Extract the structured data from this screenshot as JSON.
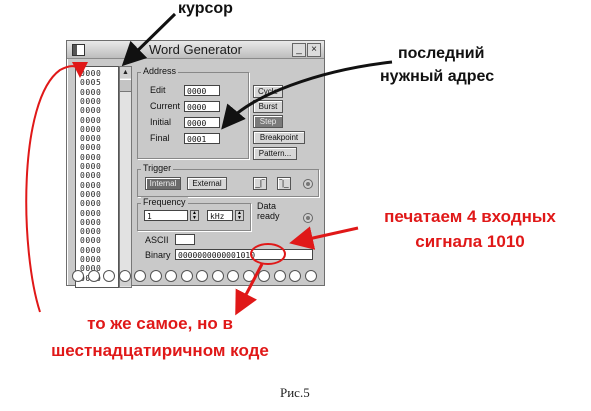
{
  "window": {
    "title": "Word Generator",
    "list_rows": [
      "0000",
      "0005",
      "0000",
      "0000",
      "0000",
      "0000",
      "0000",
      "0000",
      "0000",
      "0000",
      "0000",
      "0000",
      "0000",
      "0000",
      "0000",
      "0000",
      "0000",
      "0000",
      "0000",
      "0000",
      "0000",
      "0000",
      "0000"
    ],
    "address": {
      "label": "Address",
      "edit_label": "Edit",
      "edit_value": "0000",
      "current_label": "Current",
      "current_value": "0000",
      "initial_label": "Initial",
      "initial_value": "0000",
      "final_label": "Final",
      "final_value": "0001"
    },
    "buttons": {
      "cycle": "Cycle",
      "burst": "Burst",
      "step": "Step",
      "breakpoint": "Breakpoint",
      "pattern": "Pattern..."
    },
    "trigger": {
      "label": "Trigger",
      "internal": "Internal",
      "external": "External"
    },
    "frequency": {
      "label": "Frequency",
      "value": "1",
      "unit": "kHz",
      "data_ready": "Data ready"
    },
    "ascii_label": "ASCII",
    "binary_label": "Binary",
    "binary_value": "0000000000001010"
  },
  "annotations": {
    "cursor": "курсор",
    "last_address_line1": "последний",
    "last_address_line2": "нужный адрес",
    "type_signals_line1": "печатаем 4 входных",
    "type_signals_line2": "сигнала 1010",
    "hex_line1": "то же самое, но в",
    "hex_line2": "шестнадцатиричном коде"
  },
  "caption": "Рис.5",
  "colors": {
    "annotation_red": "#e01818",
    "window_bg": "#c9c9c9"
  }
}
